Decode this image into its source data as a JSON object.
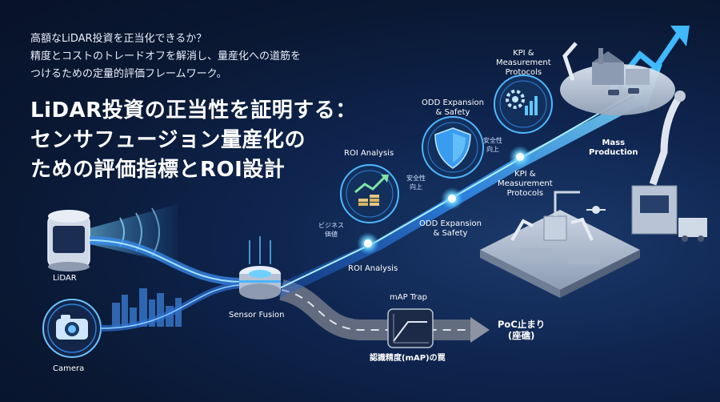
{
  "intro": {
    "line1": "高額なLiDAR投資を正当化できるか？",
    "line2": "精度とコストのトレードオフを解消し、量産化への道筋を",
    "line3": "つけるための定量的評価フレームワーク。"
  },
  "title": {
    "line1": "LiDAR投資の正当性を証明する：",
    "line2": "センサフュージョン量産化の",
    "line3": "ための評価指標とROI設計"
  },
  "sensors": {
    "lidar": "LiDAR",
    "camera": "Camera",
    "fusion": "Sensor Fusion"
  },
  "path": {
    "roi_analysis": "ROI Analysis",
    "odd_expansion": "ODD Expansion\n& Safety",
    "kpi": "KPI &\nMeasurement\nProtocols",
    "business_value": "ビジネス\n価値",
    "safety_up_1": "安全性\n向上",
    "safety_up_2": "安全性\n向上"
  },
  "badges": {
    "roi_analysis": "ROI Analysis",
    "odd_expansion": "ODD Expansion\n& Safety",
    "kpi": "KPI &\nMeasurement\nProtocols"
  },
  "production": {
    "mass": "Mass\nProduction"
  },
  "trap": {
    "title": "mAP Trap",
    "caption": "認識精度(mAP)の罠",
    "poc": "PoC止まり\n(座礁)"
  },
  "colors": {
    "background": "#0a1833",
    "accent_cyan": "#39b8ff",
    "road_gray": "#6b7384",
    "text": "#ffffff"
  }
}
